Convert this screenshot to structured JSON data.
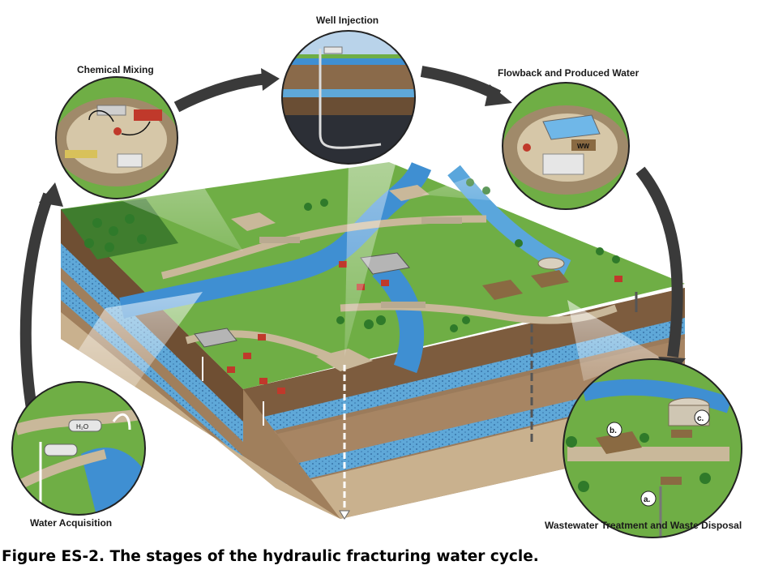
{
  "stages": {
    "water_acquisition": "Water Acquisition",
    "chemical_mixing": "Chemical Mixing",
    "well_injection": "Well Injection",
    "flowback": "Flowback and Produced Water",
    "wastewater": "Wastewater Treatment and Waste Disposal"
  },
  "badges": {
    "a": "a.",
    "b": "b.",
    "c": "c."
  },
  "truck_labels": {
    "h2o": "H₂O",
    "ww": "WW"
  },
  "caption": "Figure ES-2. The stages of the hydraulic fracturing water cycle.",
  "colors": {
    "grass": "#6fae45",
    "water": "#3f8fd2",
    "soil": "#8a6a4a",
    "aquifer": "#4aa0d8",
    "road": "#c9b89a",
    "arrow": "#3a3a3a"
  }
}
